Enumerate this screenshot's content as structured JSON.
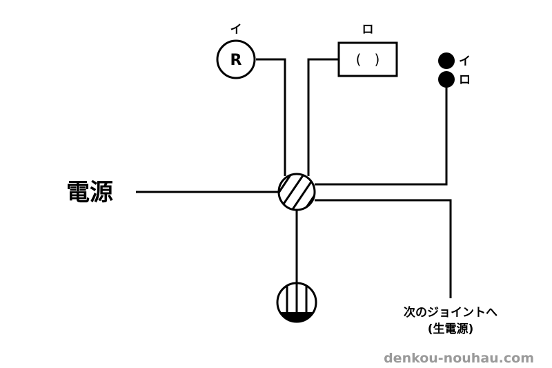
{
  "labels": {
    "power": "電源",
    "i_top": "イ",
    "ro_top": "ロ",
    "pilot_r": "R",
    "switch_marks": "(   )",
    "dot_i": "イ",
    "dot_ro": "ロ",
    "next_line1": "次のジョイントへ",
    "next_line2": "(生電源)",
    "watermark": "denkou-nouhau.com"
  }
}
